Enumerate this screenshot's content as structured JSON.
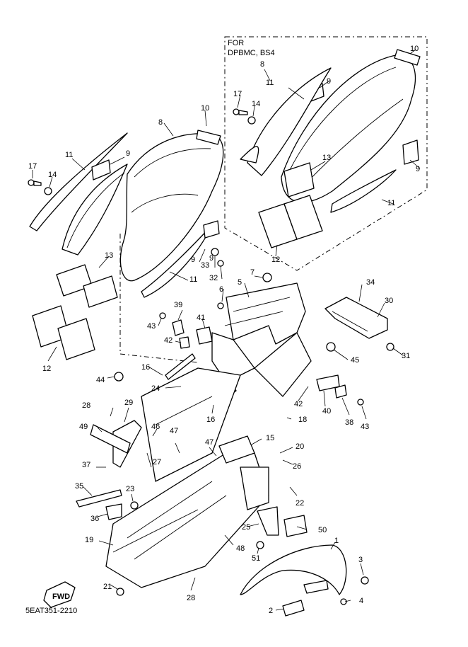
{
  "inset": {
    "line1": "FOR",
    "line2": "DPBMC, BS4"
  },
  "fwd_label": "FWD",
  "diagram_code": "5EAT351-2210",
  "callouts": {
    "c1": "1",
    "c2": "2",
    "c3": "3",
    "c4": "4",
    "c5": "5",
    "c6": "6",
    "c7": "7",
    "c8": "8",
    "c8b": "8",
    "c9a": "9",
    "c9b": "9",
    "c9c": "9",
    "c9d": "9",
    "c9e": "9",
    "c10": "10",
    "c10b": "10",
    "c11a": "11",
    "c11b": "11",
    "c11c": "11",
    "c11d": "11",
    "c12": "12",
    "c12b": "12",
    "c13": "13",
    "c13b": "13",
    "c14": "14",
    "c14b": "14",
    "c15": "15",
    "c16a": "16",
    "c16b": "16",
    "c17": "17",
    "c17b": "17",
    "c18": "18",
    "c19": "19",
    "c20": "20",
    "c21": "21",
    "c22": "22",
    "c23": "23",
    "c24": "24",
    "c25": "25",
    "c26": "26",
    "c27": "27",
    "c28a": "28",
    "c28b": "28",
    "c29": "29",
    "c30": "30",
    "c31": "31",
    "c32": "32",
    "c33": "33",
    "c34": "34",
    "c35": "35",
    "c36": "36",
    "c37": "37",
    "c38": "38",
    "c39": "39",
    "c40": "40",
    "c41": "41",
    "c42a": "42",
    "c42b": "42",
    "c43a": "43",
    "c43b": "43",
    "c44": "44",
    "c45": "45",
    "c46": "46",
    "c47a": "47",
    "c47b": "47",
    "c48": "48",
    "c49": "49",
    "c50": "50",
    "c51": "51"
  }
}
